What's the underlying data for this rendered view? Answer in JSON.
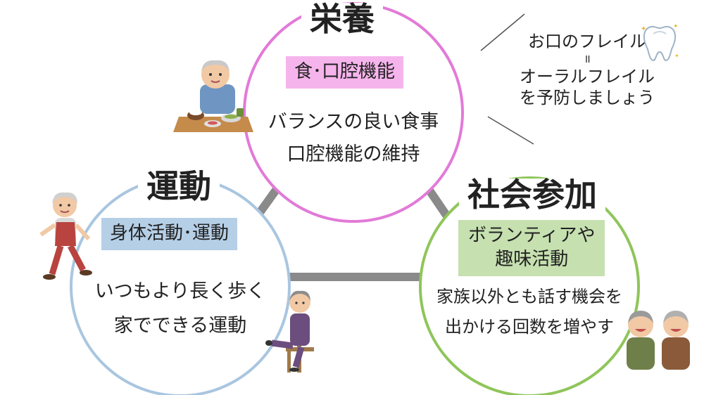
{
  "nutrition": {
    "title": "栄養",
    "box": "食･口腔機能",
    "lines": [
      "バランスの良い食事",
      "口腔機能の維持"
    ]
  },
  "exercise": {
    "title": "運動",
    "box": "身体活動･運動",
    "lines": [
      "いつもより長く歩く",
      "家でできる運動"
    ]
  },
  "social": {
    "title": "社会参加",
    "box_lines": [
      "ボランティアや",
      "趣味活動"
    ],
    "lines": [
      "家族以外とも話す機会を",
      "出かける回数を増やす"
    ]
  },
  "note": {
    "lines": [
      "お口のフレイル",
      "॥",
      "オーラルフレイル",
      "を予防しましょう"
    ]
  },
  "colors": {
    "nutrition_circle": "#e27ad8",
    "nutrition_box": "#f6b4ec",
    "exercise_circle": "#a9c6e0",
    "exercise_box": "#b5cfe6",
    "social_circle": "#8fc55a",
    "social_box": "#c6e0b0",
    "connector": "#8a8a8a"
  }
}
